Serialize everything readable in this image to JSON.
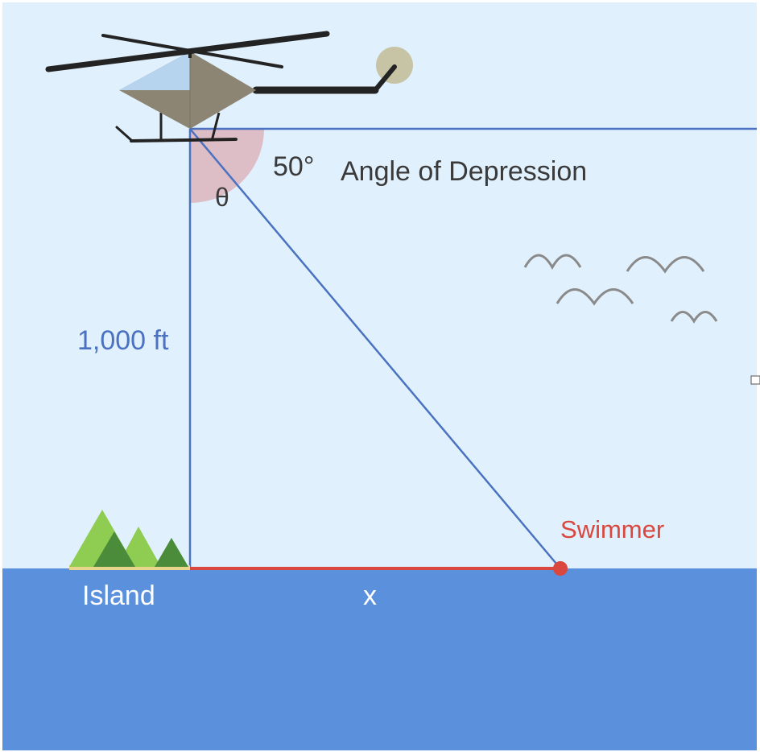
{
  "labels": {
    "angle_value": "50°",
    "angle_caption": "Angle of Depression",
    "theta": "θ",
    "height": "1,000 ft",
    "swimmer": "Swimmer",
    "island": "Island",
    "distance": "x"
  },
  "colors": {
    "sky": "#e0f0fc",
    "sea": "#5b90dc",
    "line_blue": "#4a72c0",
    "line_red": "#d9473e",
    "angle_fill": "#dcb4bc",
    "heli_body": "#8c8574",
    "heli_window": "#b6d4ee",
    "rotor": "#232323",
    "text_dark": "#3a3a3a",
    "text_blue": "#4a72c0",
    "text_red": "#d9473e",
    "text_white": "#ffffff",
    "bird": "#8a8a8a",
    "tree_light": "#8fcc52",
    "tree_dark": "#4a8c3a",
    "sand": "#e8d58c"
  }
}
